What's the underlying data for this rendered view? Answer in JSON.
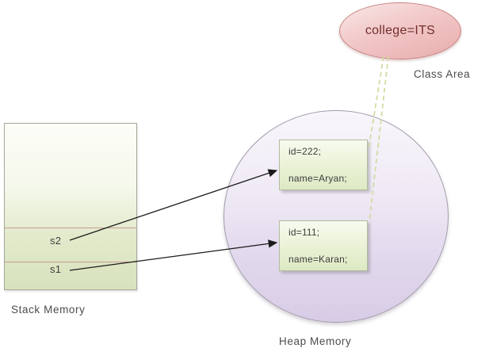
{
  "diagram": {
    "title_hint": "Java memory model diagram",
    "stack": {
      "label": "Stack Memory",
      "slots": [
        {
          "name": "s2"
        },
        {
          "name": "s1"
        }
      ]
    },
    "heap": {
      "label": "Heap Memory",
      "objects": [
        {
          "line1": "id=222;",
          "line2": "name=Aryan;"
        },
        {
          "line1": "id=111;",
          "line2": "name=Karan;"
        }
      ]
    },
    "class_area": {
      "label": "Class Area",
      "value": "college=ITS"
    },
    "colors": {
      "stack_fill_bottom": "#d8e2bd",
      "stack_divider": "#c69e92",
      "heap_circle_fill": "#d8cce6",
      "heap_box_fill": "#dde9c3",
      "class_ellipse_fill": "#e8acac",
      "class_text": "#732d2d",
      "caption_text": "#4c4c4c",
      "arrow": "#1a1a1a",
      "reference_dash": "#d4d99e"
    }
  }
}
